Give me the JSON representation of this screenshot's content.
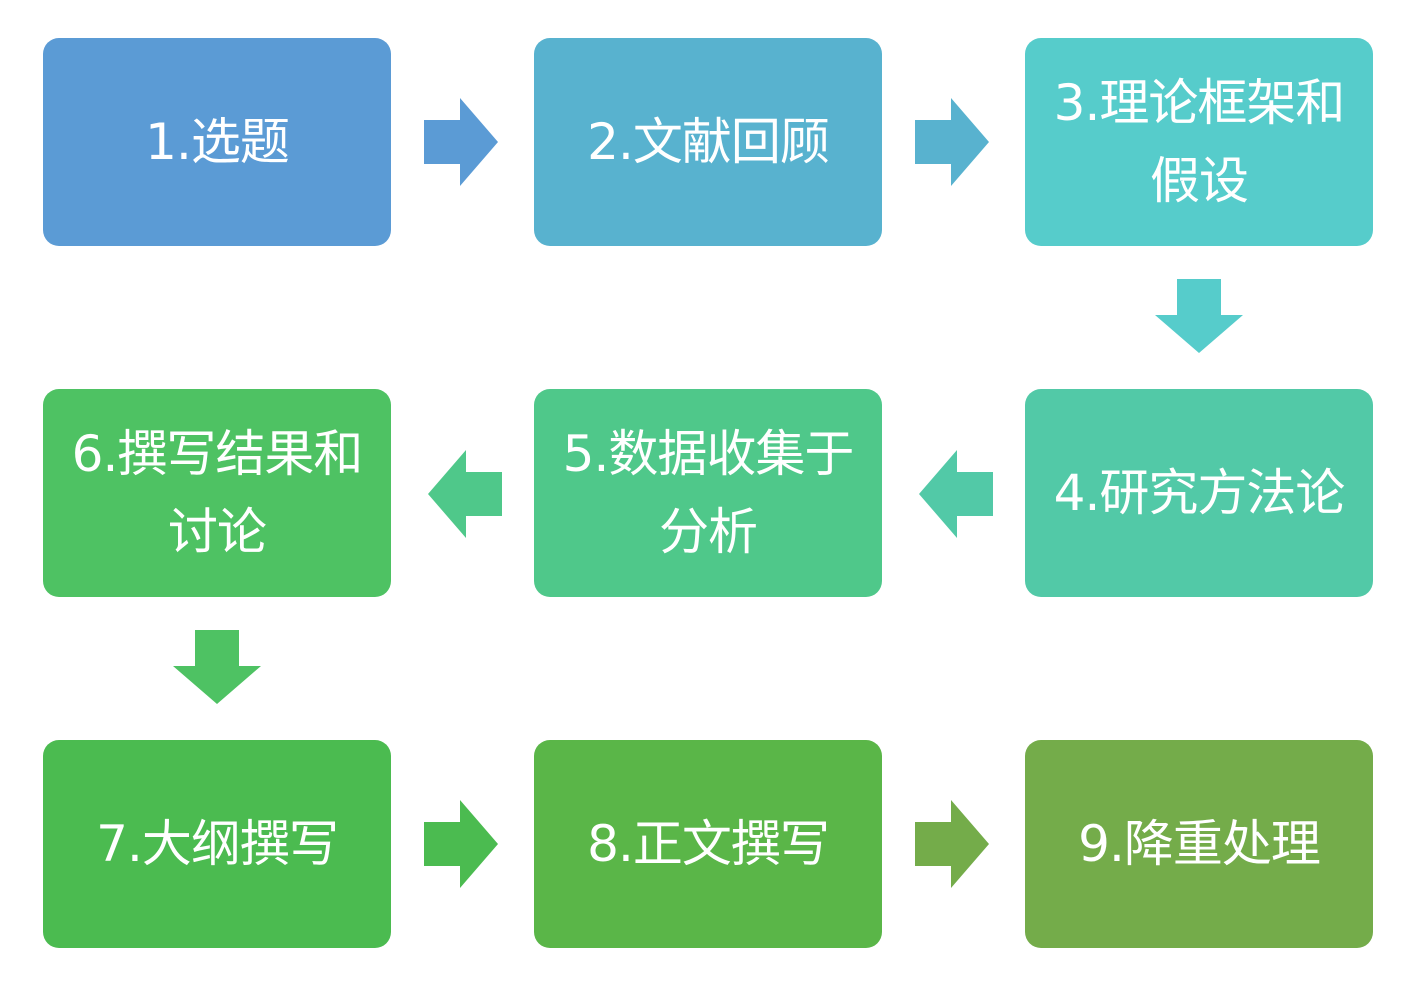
{
  "steps": [
    {
      "label": "1.选题",
      "color": "#5b9bd5"
    },
    {
      "label": "2.文献回顾",
      "color": "#58b2cf"
    },
    {
      "label": "3.理论框架和假设",
      "color": "#56cccb"
    },
    {
      "label": "4.研究方法论",
      "color": "#52c9a7"
    },
    {
      "label": "5.数据收集于分析",
      "color": "#4fc88a"
    },
    {
      "label": "6.撰写结果和讨论",
      "color": "#4ec263"
    },
    {
      "label": "7.大纲撰写",
      "color": "#4bbb50"
    },
    {
      "label": "8.正文撰写",
      "color": "#5ab648"
    },
    {
      "label": "9.降重处理",
      "color": "#74ac4a"
    }
  ],
  "arrows": [
    {
      "from": "1",
      "to": "2",
      "direction": "right",
      "color": "#5b9bd5"
    },
    {
      "from": "2",
      "to": "3",
      "direction": "right",
      "color": "#58b2cf"
    },
    {
      "from": "3",
      "to": "4",
      "direction": "down",
      "color": "#56cccb"
    },
    {
      "from": "4",
      "to": "5",
      "direction": "left",
      "color": "#52c9a7"
    },
    {
      "from": "5",
      "to": "6",
      "direction": "left",
      "color": "#4fc88a"
    },
    {
      "from": "6",
      "to": "7",
      "direction": "down",
      "color": "#4ec263"
    },
    {
      "from": "7",
      "to": "8",
      "direction": "right",
      "color": "#4bbb50"
    },
    {
      "from": "8",
      "to": "9",
      "direction": "right",
      "color": "#74ac4a"
    }
  ]
}
